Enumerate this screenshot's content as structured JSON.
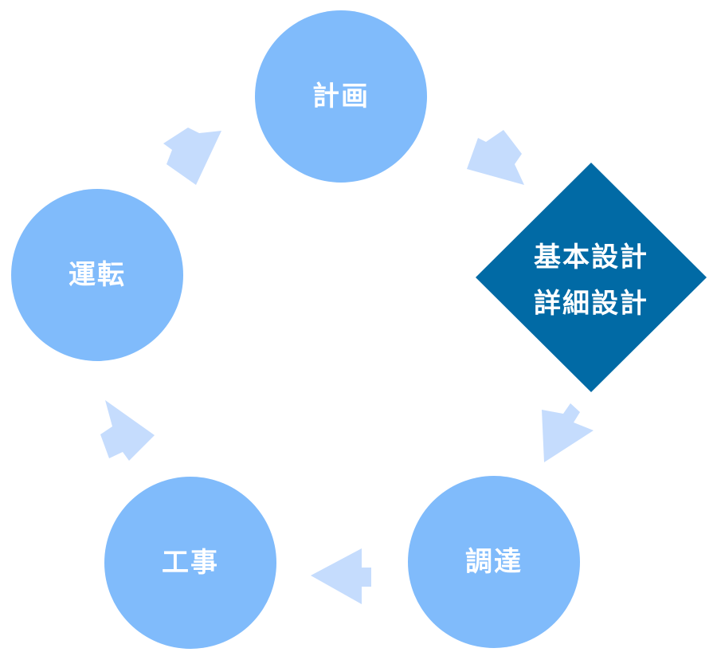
{
  "diagram": {
    "stages": [
      {
        "id": "planning",
        "lines": [
          "計画"
        ],
        "shape": "circle"
      },
      {
        "id": "design",
        "lines": [
          "基本設計",
          "詳細設計"
        ],
        "shape": "diamond",
        "highlighted": true
      },
      {
        "id": "procurement",
        "lines": [
          "調達"
        ],
        "shape": "circle"
      },
      {
        "id": "construction",
        "lines": [
          "工事"
        ],
        "shape": "circle"
      },
      {
        "id": "operation",
        "lines": [
          "運転"
        ],
        "shape": "circle"
      }
    ],
    "flow": "clockwise",
    "colors": {
      "stage_fill": "#80bbfb",
      "highlight_fill": "#016aa5",
      "arrow_fill": "#c5dcfd",
      "label_text": "#ffffff",
      "background": "#ffffff"
    }
  }
}
